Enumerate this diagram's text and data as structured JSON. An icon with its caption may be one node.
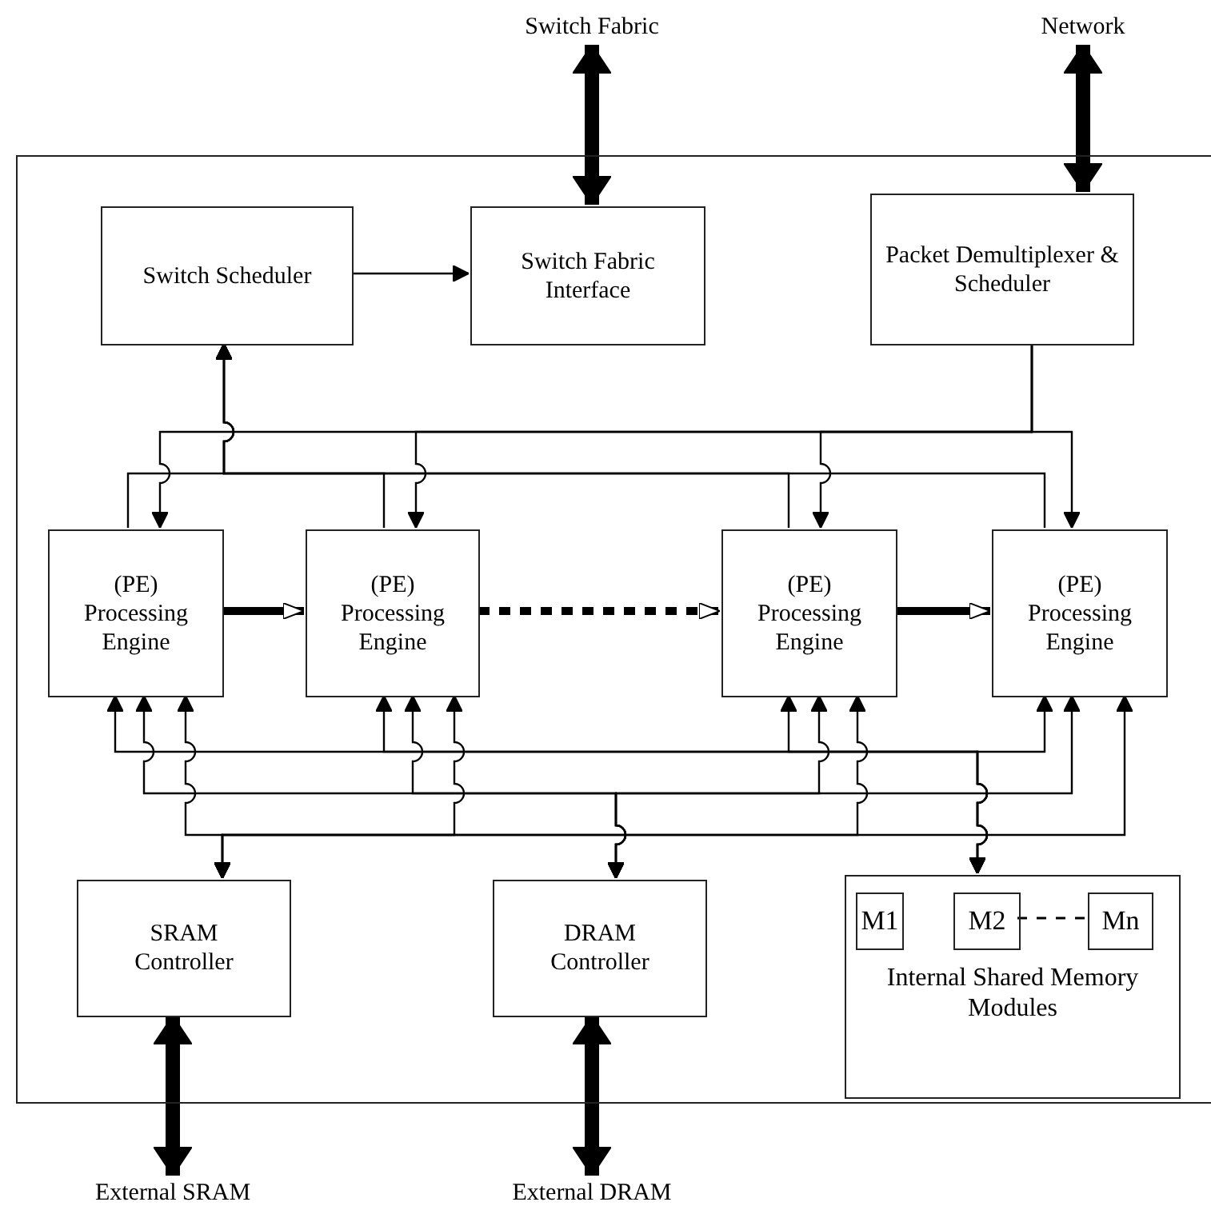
{
  "diagram": {
    "nodes": [
      {
        "text": [],
        "shape": "box"
      },
      {
        "text": [
          "Switch Fabric"
        ]
      },
      {
        "text": [
          "Network"
        ]
      },
      {
        "text": [
          "Switch Scheduler"
        ],
        "in": 0
      },
      {
        "text": [
          "Switch Fabric Interface"
        ],
        "in": 0
      },
      {
        "text": [
          "Packet Demultiplexer & Scheduler"
        ],
        "in": 0
      },
      {
        "text": [
          "(PE) Processing Engine"
        ],
        "in": 0
      },
      {
        "text": [
          "(PE) Processing Engine"
        ],
        "in": 0
      },
      {
        "text": [
          "(PE) Processing Engine"
        ],
        "in": 0
      },
      {
        "text": [
          "(PE) Processing Engine"
        ],
        "in": 0
      },
      {
        "text": [
          "SRAM Controller"
        ],
        "in": 0
      },
      {
        "text": [
          "DRAM Controller"
        ],
        "in": 0
      },
      {
        "text": [
          "Internal Shared Memory Modules"
        ],
        "in": 0
      },
      {
        "text": [
          "M1"
        ],
        "in": 12
      },
      {
        "text": [
          "M2"
        ],
        "in": 12
      },
      {
        "text": [
          "Mn"
        ],
        "in": 12
      },
      {
        "text": [
          "External SRAM"
        ]
      },
      {
        "text": [
          "External DRAM"
        ]
      }
    ],
    "edges": [
      {
        "from": 1,
        "to": 4,
        "arrow": "both",
        "style": "thick"
      },
      {
        "from": 2,
        "to": 5,
        "arrow": "both",
        "style": "thick"
      },
      {
        "from": 3,
        "to": 4,
        "arrow": "to"
      },
      {
        "from": 5,
        "to": 6,
        "arrow": "to"
      },
      {
        "from": 5,
        "to": 7,
        "arrow": "to"
      },
      {
        "from": 5,
        "to": 8,
        "arrow": "to"
      },
      {
        "from": 5,
        "to": 9,
        "arrow": "to"
      },
      {
        "from": 6,
        "to": 3,
        "arrow": "to"
      },
      {
        "from": 7,
        "to": 3,
        "arrow": "to"
      },
      {
        "from": 8,
        "to": 3,
        "arrow": "to"
      },
      {
        "from": 9,
        "to": 3,
        "arrow": "to"
      },
      {
        "from": 6,
        "to": 7,
        "arrow": "to",
        "style": "thick"
      },
      {
        "from": 7,
        "to": 8,
        "arrow": "to",
        "style": "dashed"
      },
      {
        "from": 8,
        "to": 9,
        "arrow": "to",
        "style": "thick"
      },
      {
        "from": 10,
        "to": 6,
        "arrow": "both"
      },
      {
        "from": 10,
        "to": 7,
        "arrow": "both"
      },
      {
        "from": 10,
        "to": 8,
        "arrow": "both"
      },
      {
        "from": 10,
        "to": 9,
        "arrow": "both"
      },
      {
        "from": 11,
        "to": 6,
        "arrow": "both"
      },
      {
        "from": 11,
        "to": 7,
        "arrow": "both"
      },
      {
        "from": 11,
        "to": 8,
        "arrow": "both"
      },
      {
        "from": 11,
        "to": 9,
        "arrow": "both"
      },
      {
        "from": 12,
        "to": 6,
        "arrow": "both"
      },
      {
        "from": 12,
        "to": 7,
        "arrow": "both"
      },
      {
        "from": 12,
        "to": 8,
        "arrow": "both"
      },
      {
        "from": 12,
        "to": 9,
        "arrow": "both"
      },
      {
        "from": 10,
        "to": 16,
        "arrow": "both",
        "style": "thick"
      },
      {
        "from": 11,
        "to": 17,
        "arrow": "both",
        "style": "thick"
      },
      {
        "from": 14,
        "to": 15,
        "arrow": "none",
        "style": "dashed"
      }
    ]
  }
}
